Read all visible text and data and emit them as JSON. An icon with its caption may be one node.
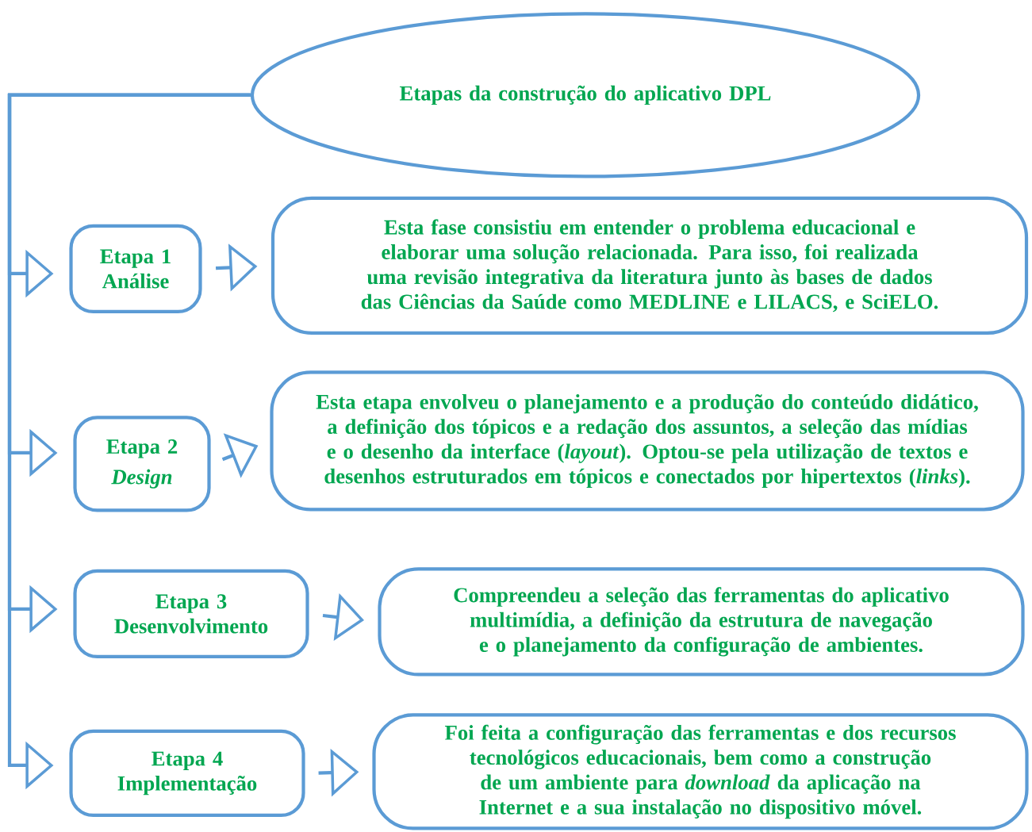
{
  "diagram": {
    "nodes": [
      {
        "text": [
          "Etapas da construção do aplicativo DPL"
        ]
      },
      {
        "text": [
          "Etapa 1",
          "Análise"
        ]
      },
      {
        "text": [
          "Esta fase consistiu em entender o problema educacional e elaborar uma solução relacionada. Para isso, foi realizada uma revisão integrativa da literatura junto às bases de dados das Ciências da Saúde como MEDLINE e LILACS, e SciELO."
        ]
      },
      {
        "text": [
          "Etapa 2",
          "Design"
        ]
      },
      {
        "text": [
          "Esta etapa envolveu o planejamento e a produção do conteúdo didático, a definição dos tópicos e a redação dos assuntos, a seleção das mídias e o desenho da interface (*layout*). Optou-se pela utilização de textos e desenhos estruturados em tópicos e conectados por hipertextos (*links*)."
        ]
      },
      {
        "text": [
          "Etapa 3",
          "Desenvolvimento"
        ]
      },
      {
        "text": [
          "Compreendeu a seleção das ferramentas do aplicativo multimídia, a definição da estrutura de navegação e o planejamento da configuração de ambientes."
        ]
      },
      {
        "text": [
          "Etapa 4",
          "Implementação"
        ]
      },
      {
        "text": [
          "Foi feita a configuração das ferramentas e dos recursos tecnológicos educacionais, bem como a construção de um ambiente para *download* da aplicação na Internet e a sua instalação no dispositivo móvel."
        ]
      }
    ],
    "edges": [
      {
        "from": 0,
        "to": 1,
        "arrow": "to"
      },
      {
        "from": 0,
        "to": 3,
        "arrow": "to"
      },
      {
        "from": 0,
        "to": 5,
        "arrow": "to"
      },
      {
        "from": 0,
        "to": 7,
        "arrow": "to"
      },
      {
        "from": 1,
        "to": 2,
        "arrow": "to"
      },
      {
        "from": 3,
        "to": 4,
        "arrow": "to"
      },
      {
        "from": 5,
        "to": 6,
        "arrow": "to"
      },
      {
        "from": 7,
        "to": 8,
        "arrow": "to"
      }
    ]
  }
}
